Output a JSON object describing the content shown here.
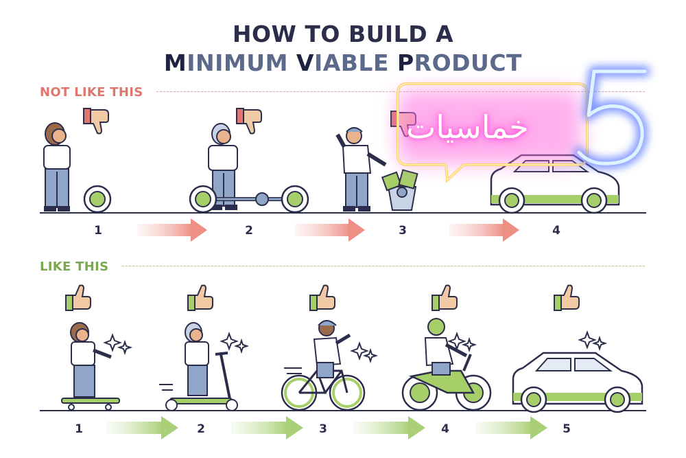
{
  "title": {
    "line1": "HOW TO BUILD A",
    "line2_parts": [
      {
        "text": "M",
        "accent": true
      },
      {
        "text": "INIMUM ",
        "accent": false
      },
      {
        "text": "V",
        "accent": true
      },
      {
        "text": "IABLE ",
        "accent": false
      },
      {
        "text": "P",
        "accent": true
      },
      {
        "text": "RODUCT",
        "accent": false
      }
    ]
  },
  "sections": {
    "not_like_this": {
      "label": "NOT LIKE THIS",
      "color": "#e0766e",
      "steps": [
        "1",
        "2",
        "3",
        "4"
      ],
      "feedback_icon": "thumbs-down-icon"
    },
    "like_this": {
      "label": "LIKE THIS",
      "color": "#7aa84e",
      "steps": [
        "1",
        "2",
        "3",
        "4",
        "5"
      ],
      "feedback_icon": "thumbs-up-icon"
    }
  },
  "watermark": {
    "number": "5",
    "arabic_text": "خماسيات"
  },
  "colors": {
    "wheel_green": "#a6cf6a",
    "navy": "#2b2d4a",
    "skin": "#e9b48d",
    "jeans": "#8fa6c8"
  }
}
